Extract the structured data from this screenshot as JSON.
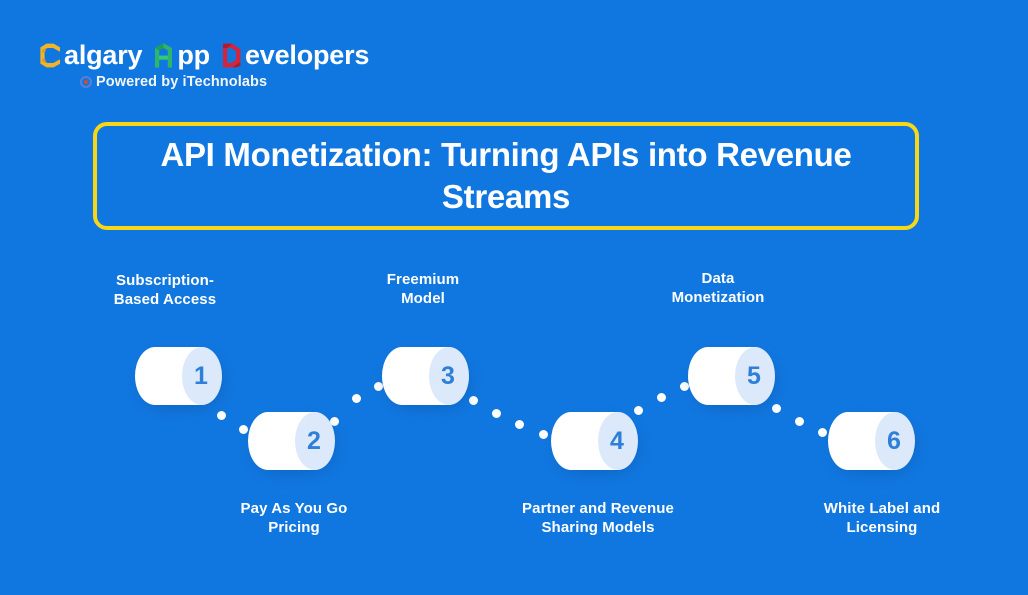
{
  "page": {
    "background_color": "#1177E0"
  },
  "logo": {
    "brand_parts": [
      {
        "letter": "C",
        "color": "#F0B429",
        "rest": "algary"
      },
      {
        "letter": "A",
        "color": "#2CB56B",
        "rest": "pp"
      },
      {
        "letter": "D",
        "color": "#D6243C",
        "rest": "evelopers"
      }
    ],
    "full_text": "Calgary App Developers",
    "tagline": "Powered by iTechnolabs",
    "tagline_icon": "circle-dot-icon"
  },
  "title": {
    "text": "API Monetization: Turning APIs into Revenue Streams",
    "border_color": "#F7D716",
    "text_color": "#FFFFFF"
  },
  "flow": {
    "accent_number_color": "#2E7FD8",
    "cap_color": "#DCE9FB",
    "body_color": "#FFFFFF",
    "steps": [
      {
        "number": "1",
        "label": "Subscription-\nBased Access",
        "label_line1": "Subscription-",
        "label_line2": "Based Access",
        "position": "top"
      },
      {
        "number": "2",
        "label": "Pay As You Go Pricing",
        "label_line1": "Pay As You Go",
        "label_line2": "Pricing",
        "position": "bottom"
      },
      {
        "number": "3",
        "label": "Freemium Model",
        "label_line1": "Freemium",
        "label_line2": "Model",
        "position": "top"
      },
      {
        "number": "4",
        "label": "Partner and Revenue Sharing Models",
        "label_line1": "Partner and Revenue",
        "label_line2": "Sharing Models",
        "position": "bottom"
      },
      {
        "number": "5",
        "label": "Data Monetization",
        "label_line1": "Data",
        "label_line2": "Monetization",
        "position": "top"
      },
      {
        "number": "6",
        "label": "White Label and Licensing",
        "label_line1": "White Label and",
        "label_line2": "Licensing",
        "position": "bottom"
      }
    ]
  }
}
